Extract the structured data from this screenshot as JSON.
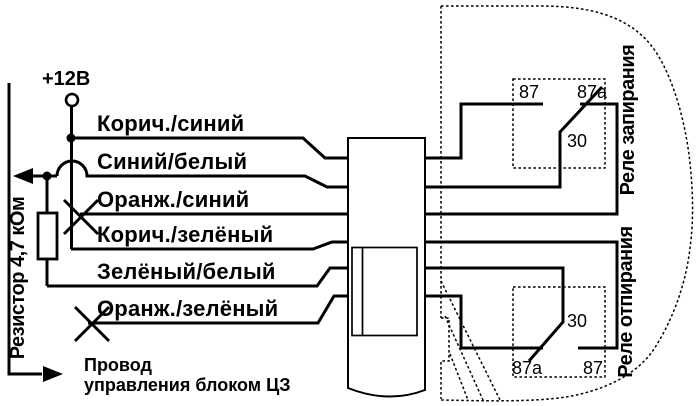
{
  "diagram": {
    "title_semantic": "central-lock wiring diagram",
    "power_label": "+12В",
    "resistor_label": "Резистор 4,7 кОм",
    "control_wire_caption": {
      "line1": "Провод",
      "line2": "управления блоком ЦЗ"
    },
    "wires": [
      {
        "label": "Корич./синий",
        "crossed_out": false
      },
      {
        "label": "Синий/белый",
        "crossed_out": false
      },
      {
        "label": "Оранж./синий",
        "crossed_out": true
      },
      {
        "label": "Корич./зелёный",
        "crossed_out": false
      },
      {
        "label": "Зелёный/белый",
        "crossed_out": false
      },
      {
        "label": "Оранж./зелёный",
        "crossed_out": true
      }
    ],
    "relays": {
      "lock": {
        "title": "Реле запирания",
        "pin_nc": "87",
        "pin_no": "87a",
        "pin_common": "30"
      },
      "unlock": {
        "title": "Реле отпирания",
        "pin_no": "87a",
        "pin_nc": "87",
        "pin_common": "30"
      }
    },
    "colors": {
      "line": "#000000",
      "background": "#ffffff"
    }
  }
}
